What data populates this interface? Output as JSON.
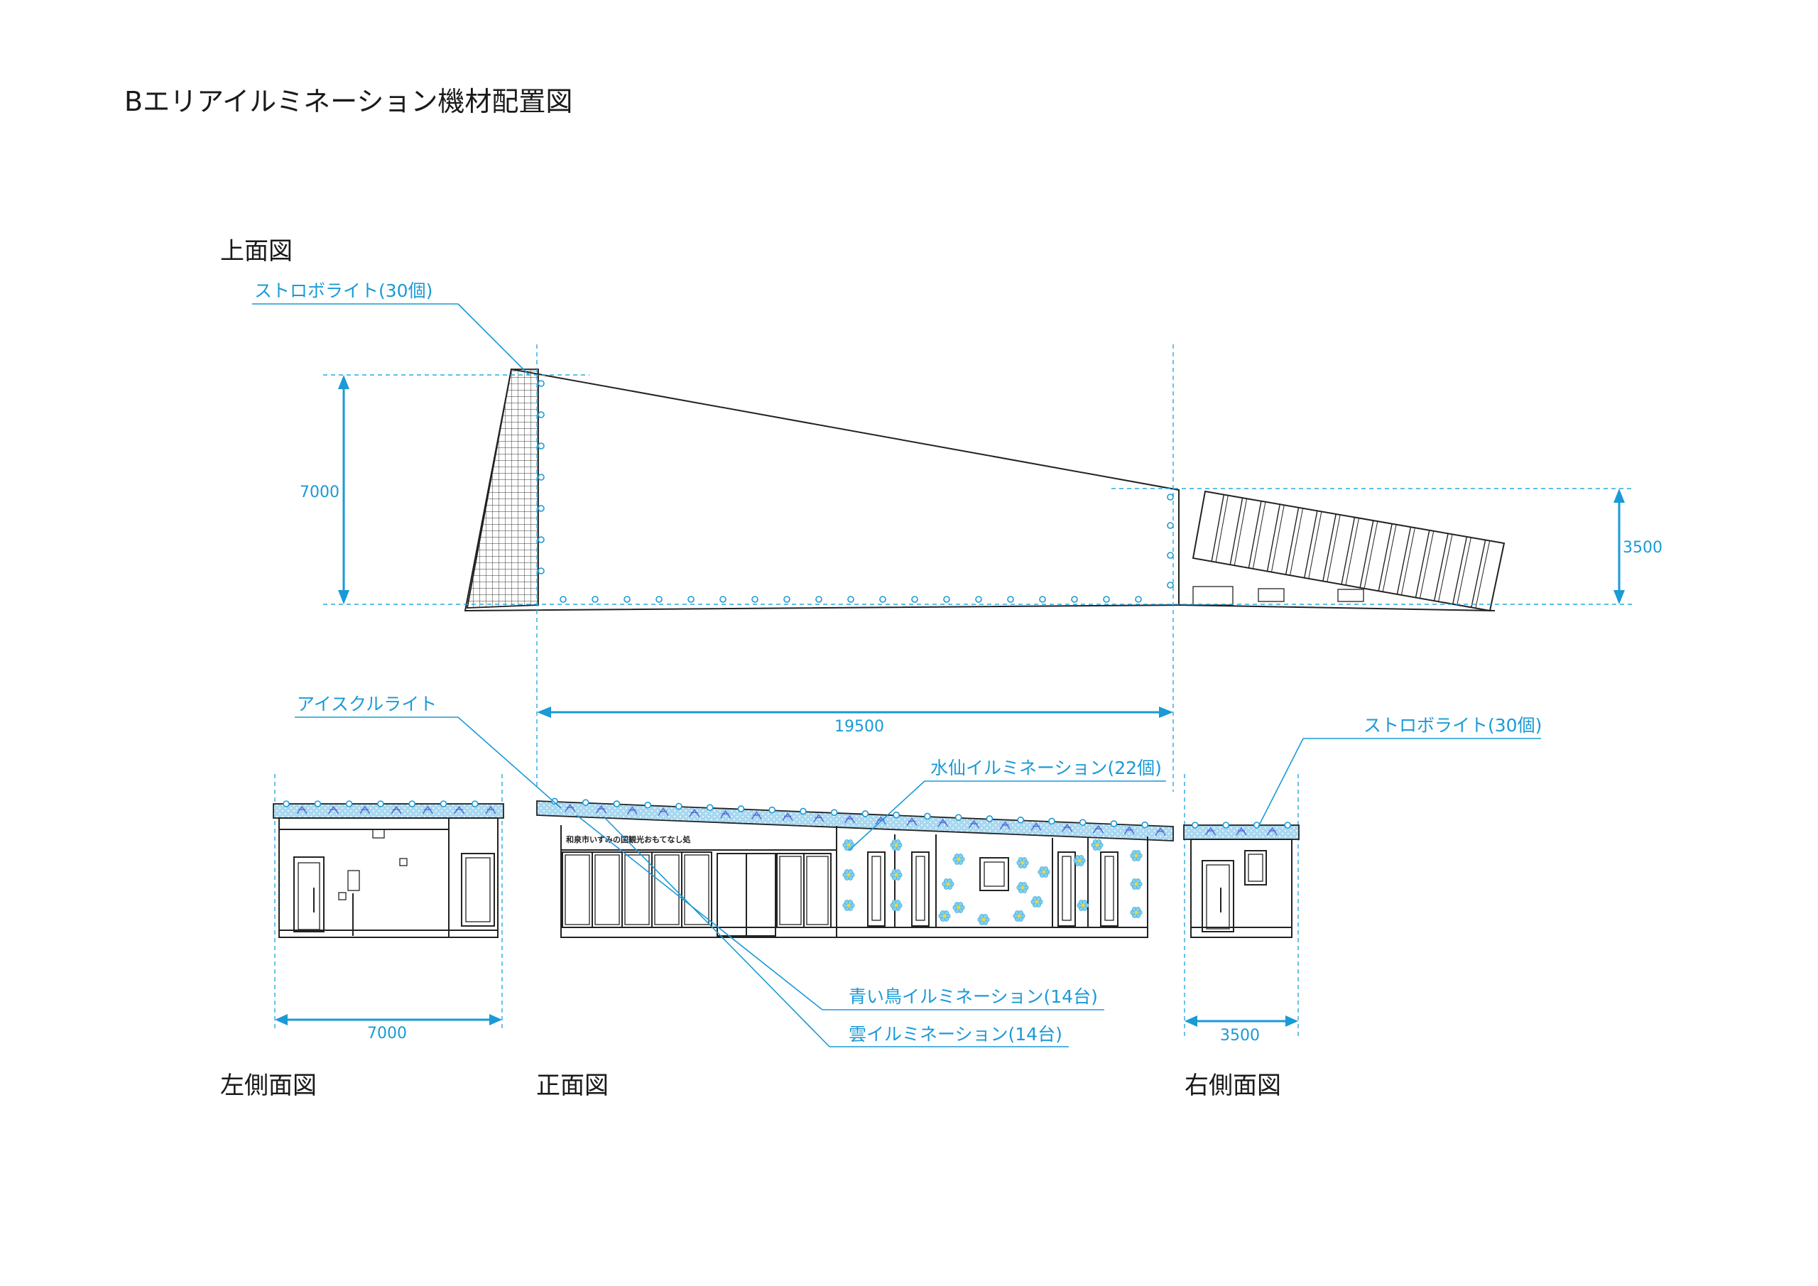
{
  "title": "Bエリアイルミネーション機材配置図",
  "views": {
    "top": "上面図",
    "left": "左側面図",
    "front": "正面図",
    "right": "右側面図"
  },
  "callouts": {
    "strobe_top": "ストロボライト(30個)",
    "icicle": "アイスクルライト",
    "suisen": "水仙イルミネーション(22個)",
    "strobe_right": "ストロボライト(30個)",
    "bluebird": "青い鳥イルミネーション(14台)",
    "cloud": "雲イルミネーション(14台)"
  },
  "dimensions": {
    "top_depth": "7000",
    "top_annex_depth": "3500",
    "front_width": "19500",
    "left_width": "7000",
    "right_width": "3500"
  },
  "facade_sign": "和泉市いずみの国観光おもてなし処",
  "colors": {
    "annotation": "#1a9ad6",
    "line": "#222222",
    "flower_light": "#7fd0f0",
    "flower_center": "#e8d838"
  }
}
